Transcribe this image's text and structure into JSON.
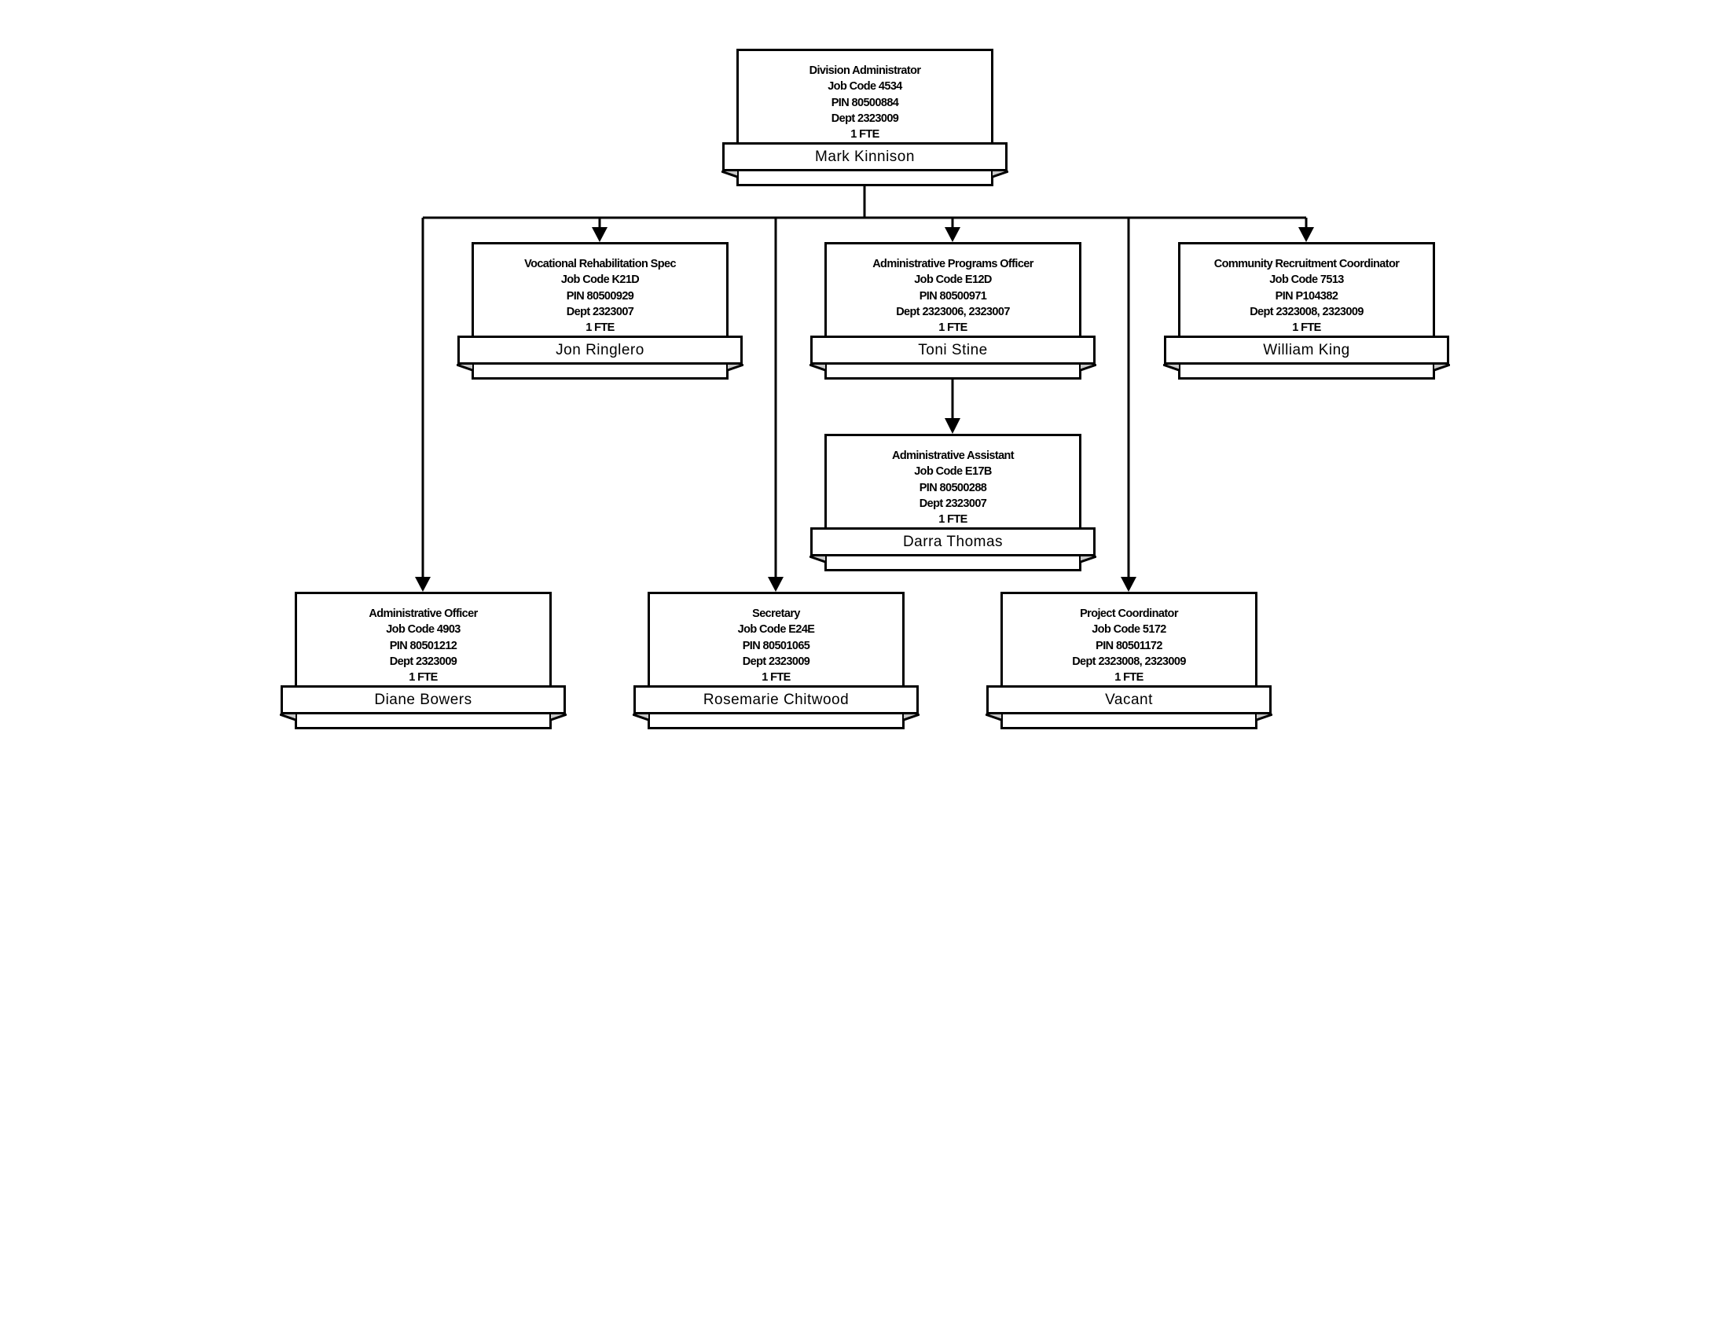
{
  "chart": {
    "type": "org-chart",
    "root": {
      "title": "Division Administrator",
      "job_code": "Job Code 4534",
      "pin": "PIN 80500884",
      "dept": "Dept 2323009",
      "fte": "1 FTE",
      "name": "Mark Kinnison"
    },
    "direct_reports_row1": [
      {
        "title": "Vocational Rehabilitation Spec",
        "job_code": "Job Code K21D",
        "pin": "PIN 80500929",
        "dept": "Dept 2323007",
        "fte": "1 FTE",
        "name": "Jon Ringlero"
      },
      {
        "title": "Administrative Programs Officer",
        "job_code": "Job Code E12D",
        "pin": "PIN 80500971",
        "dept": "Dept 2323006, 2323007",
        "fte": "1 FTE",
        "name": "Toni Stine"
      },
      {
        "title": "Community Recruitment Coordinator",
        "job_code": "Job Code 7513",
        "pin": "PIN P104382",
        "dept": "Dept 2323008, 2323009",
        "fte": "1 FTE",
        "name": "William King"
      }
    ],
    "apo_report": {
      "title": "Administrative Assistant",
      "job_code": "Job Code E17B",
      "pin": "PIN 80500288",
      "dept": "Dept 2323007",
      "fte": "1 FTE",
      "name": "Darra Thomas"
    },
    "direct_reports_row3": [
      {
        "title": "Administrative Officer",
        "job_code": "Job Code 4903",
        "pin": "PIN 80501212",
        "dept": "Dept 2323009",
        "fte": "1 FTE",
        "name": "Diane Bowers"
      },
      {
        "title": "Secretary",
        "job_code": "Job Code E24E",
        "pin": "PIN 80501065",
        "dept": "Dept 2323009",
        "fte": "1 FTE",
        "name": "Rosemarie Chitwood"
      },
      {
        "title": "Project Coordinator",
        "job_code": "Job Code 5172",
        "pin": "PIN 80501172",
        "dept": "Dept 2323008, 2323009",
        "fte": "1 FTE",
        "name": "Vacant"
      }
    ]
  },
  "colors": {
    "line": "#000000",
    "box_fill": "#ffffff",
    "bevel_fill": "#c8c8c8"
  }
}
